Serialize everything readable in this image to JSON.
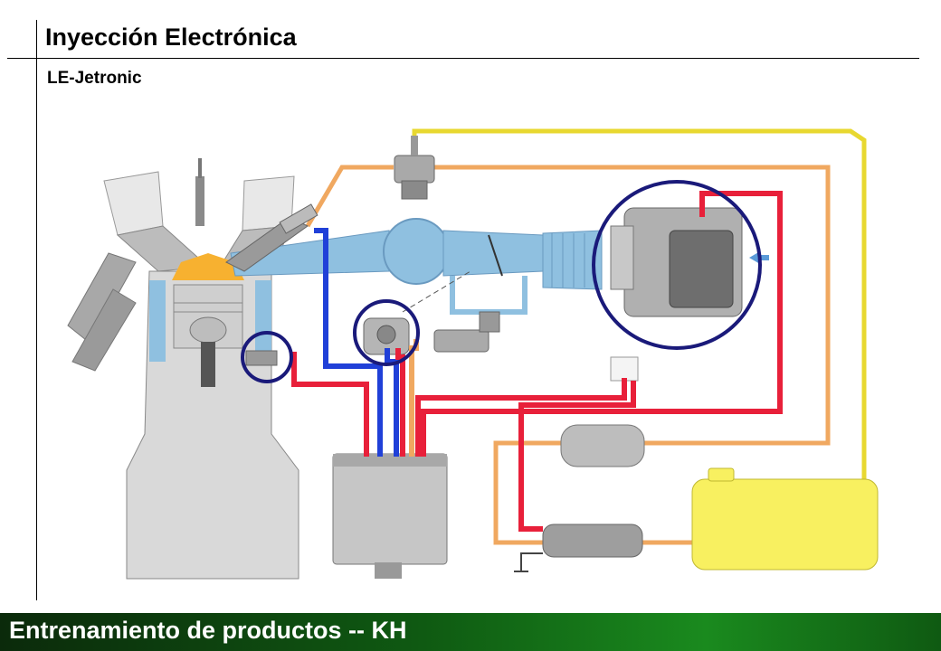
{
  "header": {
    "title": "Inyección Electrónica",
    "subtitle": "LE-Jetronic"
  },
  "footer": {
    "text": "Entrenamiento de productos -- KH"
  },
  "colors": {
    "engine_block": "#dcdcdc",
    "intake_blue": "#8fc0e0",
    "fuel_orange": "#f0a860",
    "fuel_yellow": "#f0e040",
    "signal_red": "#e8203a",
    "signal_blue": "#2040d8",
    "highlight_circle": "#1a1a7a",
    "tank_yellow": "#f8f060",
    "footer_green": "#0f5a12"
  },
  "icons": [
    "ground-symbol-icon",
    "air-flow-arrow-icon"
  ]
}
